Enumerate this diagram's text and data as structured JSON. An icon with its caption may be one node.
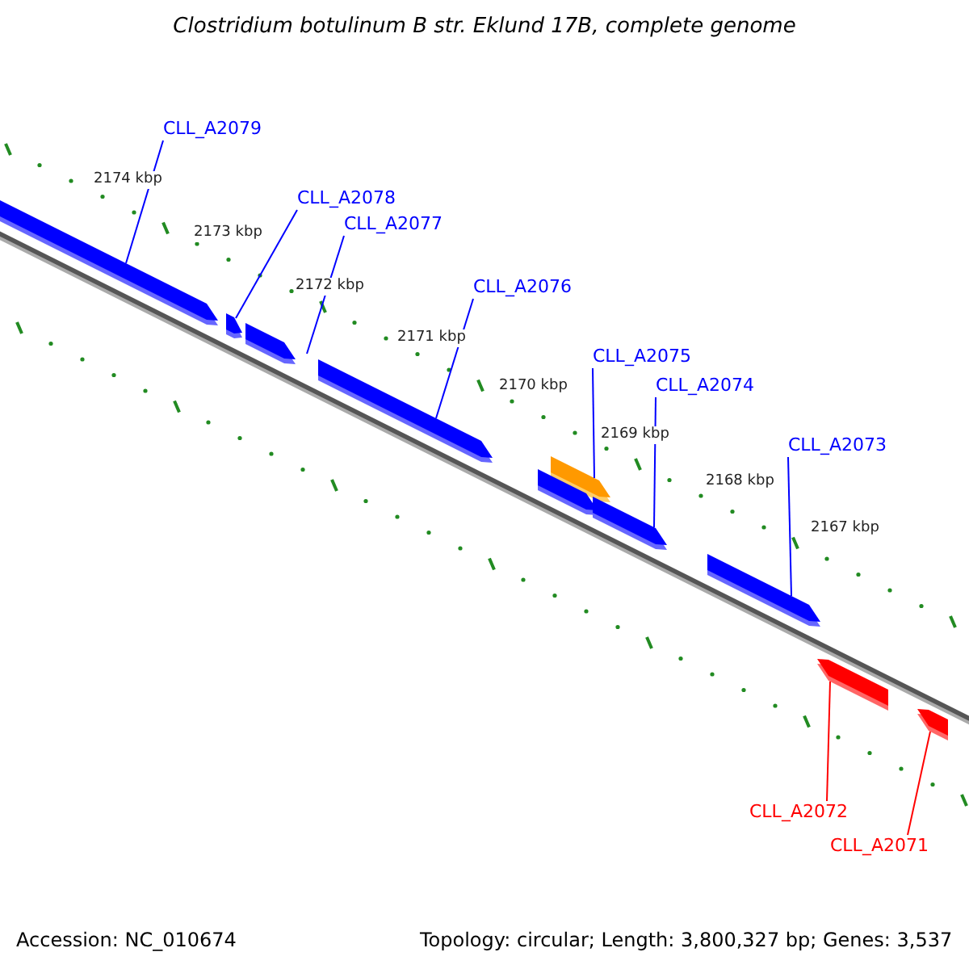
{
  "diagram": {
    "title": "Clostridium botulinum B str. Eklund 17B, complete genome",
    "nodes": [
      {
        "text": [
          "CLL_A2079"
        ]
      },
      {
        "text": [
          "CLL_A2078"
        ]
      },
      {
        "text": [
          "CLL_A2077"
        ]
      },
      {
        "text": [
          "CLL_A2076"
        ]
      },
      {
        "text": [
          "CLL_A2075"
        ]
      },
      {
        "text": [
          "CLL_A2074"
        ]
      },
      {
        "text": [
          "CLL_A2073"
        ]
      },
      {
        "text": [
          "CLL_A2072"
        ]
      },
      {
        "text": [
          "CLL_A2071"
        ]
      },
      {
        "text": [],
        "shape": "bar"
      },
      {
        "text": [],
        "shape": "bar"
      },
      {
        "text": [],
        "shape": "bar"
      },
      {
        "text": [],
        "shape": "bar"
      },
      {
        "text": [],
        "shape": "bar"
      },
      {
        "text": [],
        "shape": "bar"
      },
      {
        "text": [],
        "shape": "bar"
      },
      {
        "text": [],
        "shape": "bar"
      },
      {
        "text": [],
        "shape": "bar"
      },
      {
        "text": [],
        "shape": "bar"
      }
    ],
    "edges": [
      {
        "from": 0,
        "to": 9,
        "arrow": "none"
      },
      {
        "from": 1,
        "to": 10,
        "arrow": "none"
      },
      {
        "from": 2,
        "to": 11,
        "arrow": "none"
      },
      {
        "from": 3,
        "to": 12,
        "arrow": "none"
      },
      {
        "from": 4,
        "to": 13,
        "arrow": "none"
      },
      {
        "from": 5,
        "to": 15,
        "arrow": "none"
      },
      {
        "from": 6,
        "to": 16,
        "arrow": "none"
      },
      {
        "from": 7,
        "to": 17,
        "arrow": "none",
        "color": "#ff0000"
      },
      {
        "from": 8,
        "to": 18,
        "arrow": "none",
        "color": "#ff0000"
      }
    ],
    "labels": [
      "2174 kbp",
      "2173 kbp",
      "2172 kbp",
      "2171 kbp",
      "2170 kbp",
      "2169 kbp",
      "2168 kbp",
      "2167 kbp",
      "Accession: NC_010674",
      "Topology: circular; Length: 3,800,327 bp; Genes: 3,537"
    ]
  }
}
